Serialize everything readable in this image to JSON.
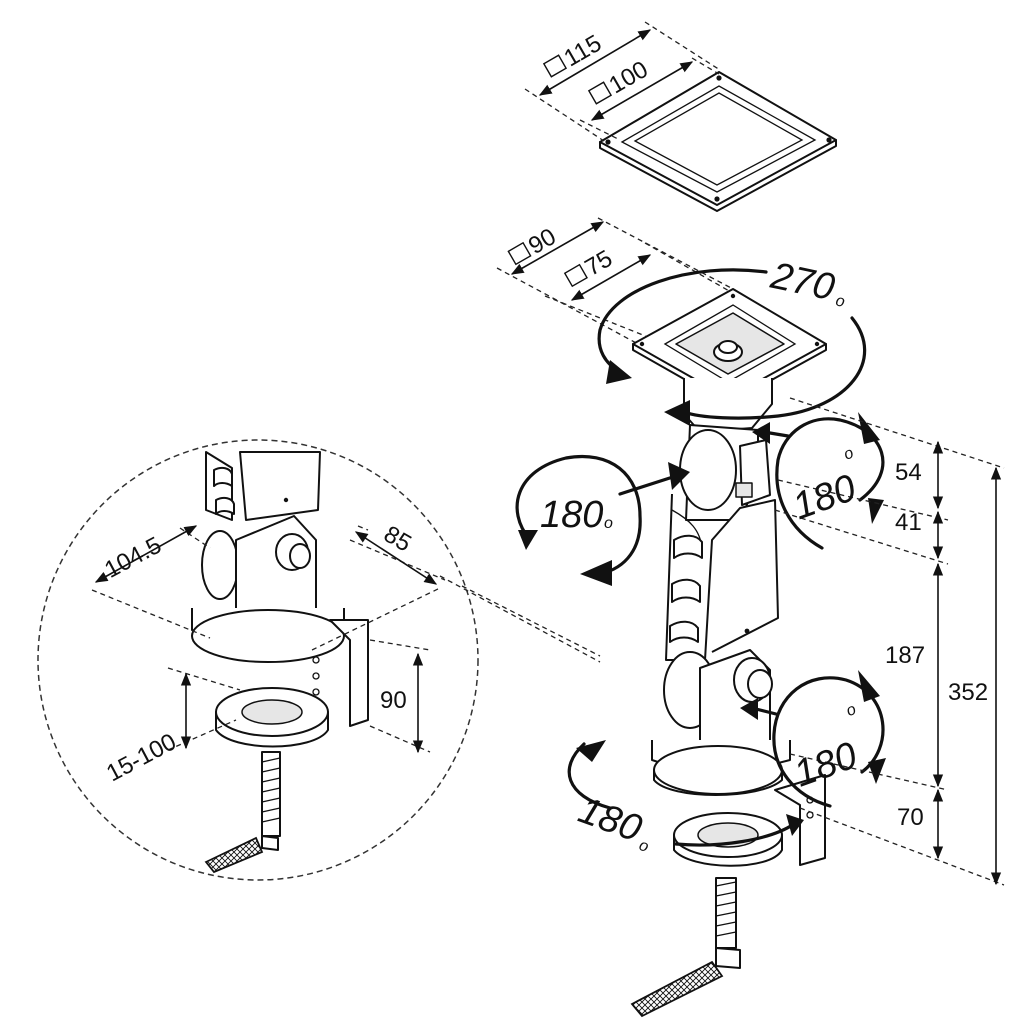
{
  "dimensions": {
    "plate_large_outer": "115",
    "plate_large_inner": "100",
    "plate_small_outer": "90",
    "plate_small_inner": "75",
    "height_upper_joint": "54",
    "height_mid_joint": "41",
    "height_arm": "187",
    "height_base": "70",
    "height_total": "352",
    "detail_depth": "104.5",
    "detail_clamp_width": "85",
    "detail_clamp_height": "90",
    "detail_clamp_range": "15-100"
  },
  "rotations": {
    "top": "270",
    "left": "180",
    "right_upper": "180",
    "right_lower": "180",
    "base": "180",
    "degree_symbol": "o"
  },
  "colors": {
    "line": "#111111",
    "background": "#ffffff"
  }
}
